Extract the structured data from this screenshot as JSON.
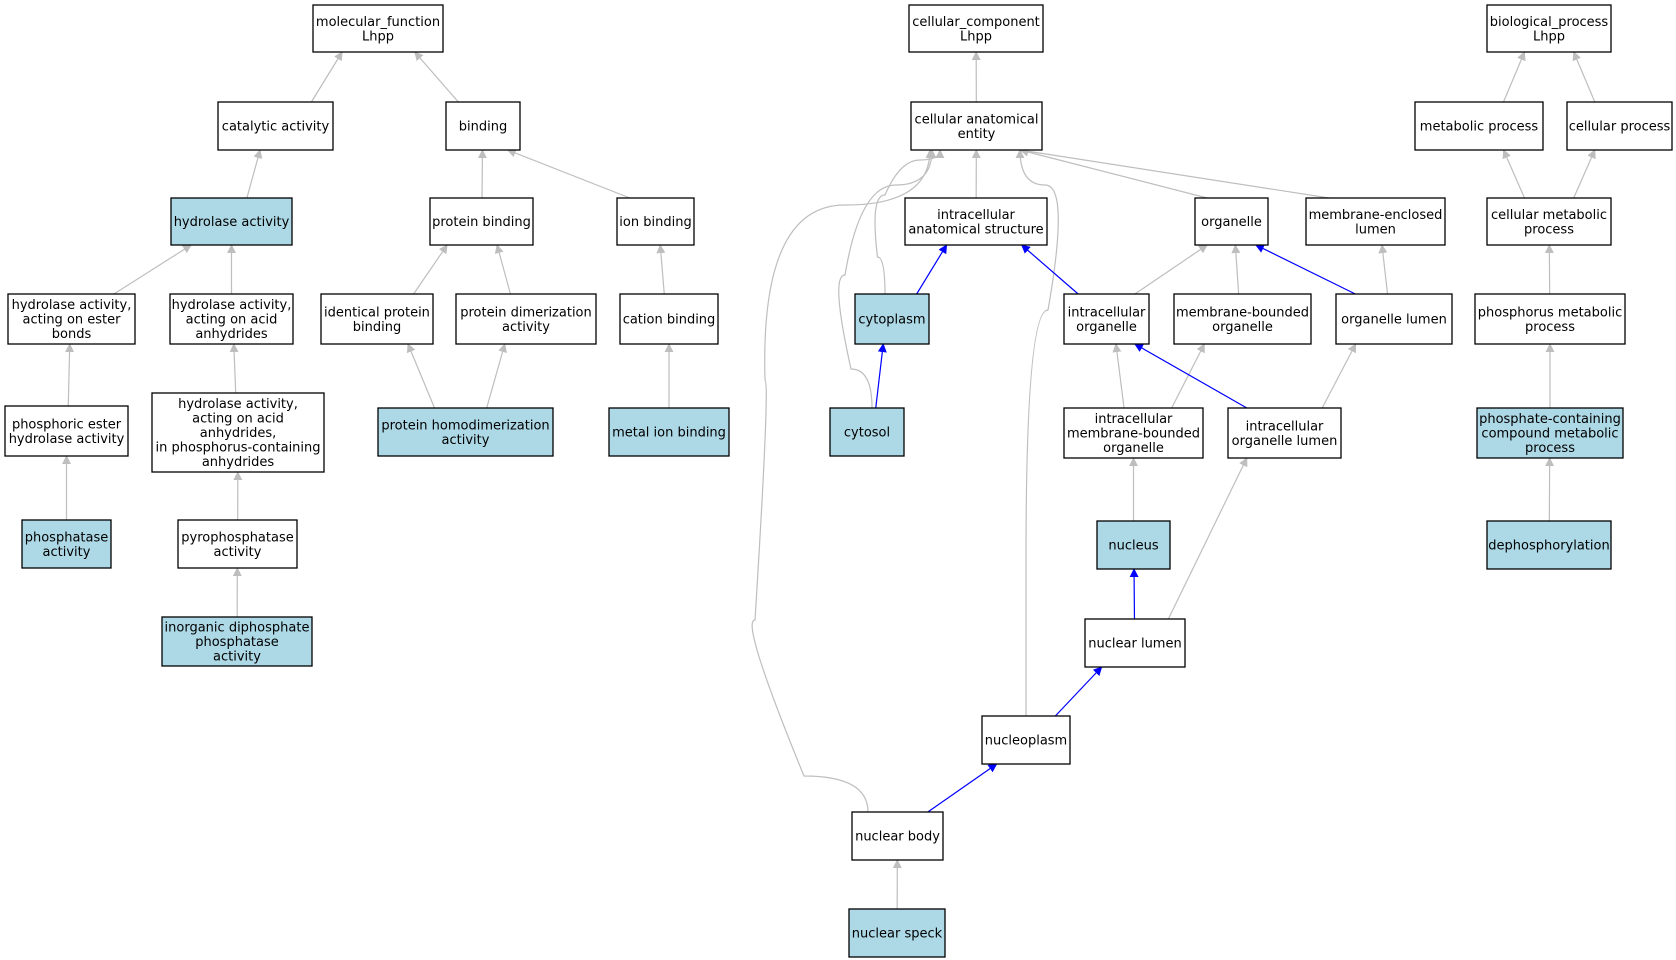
{
  "colors": {
    "node_fill": "#ffffff",
    "highlight_fill": "#add8e6",
    "edge_default": "#bebebe",
    "edge_highlight": "#0000ff"
  },
  "nodes": [
    {
      "id": "mf",
      "lines": [
        "molecular_function",
        "Lhpp"
      ],
      "highlight": false
    },
    {
      "id": "catalytic",
      "lines": [
        "catalytic activity"
      ],
      "highlight": false
    },
    {
      "id": "binding",
      "lines": [
        "binding"
      ],
      "highlight": false
    },
    {
      "id": "hydrolase",
      "lines": [
        "hydrolase activity"
      ],
      "highlight": true
    },
    {
      "id": "hyd_ester",
      "lines": [
        "hydrolase activity,",
        "acting on ester",
        "bonds"
      ],
      "highlight": false
    },
    {
      "id": "hyd_acid",
      "lines": [
        "hydrolase activity,",
        "acting on acid",
        "anhydrides"
      ],
      "highlight": false
    },
    {
      "id": "phos_ester",
      "lines": [
        "phosphoric ester",
        "hydrolase activity"
      ],
      "highlight": false
    },
    {
      "id": "hyd_acid_p",
      "lines": [
        "hydrolase activity,",
        "acting on acid",
        "anhydrides,",
        "in phosphorus-containing",
        "anhydrides"
      ],
      "highlight": false
    },
    {
      "id": "phosphatase",
      "lines": [
        "phosphatase",
        "activity"
      ],
      "highlight": true
    },
    {
      "id": "pyrophos",
      "lines": [
        "pyrophosphatase",
        "activity"
      ],
      "highlight": false
    },
    {
      "id": "inorg",
      "lines": [
        "inorganic diphosphate",
        "phosphatase",
        "activity"
      ],
      "highlight": true
    },
    {
      "id": "prot_bind",
      "lines": [
        "protein binding"
      ],
      "highlight": false
    },
    {
      "id": "ion_bind",
      "lines": [
        "ion binding"
      ],
      "highlight": false
    },
    {
      "id": "ident",
      "lines": [
        "identical protein",
        "binding"
      ],
      "highlight": false
    },
    {
      "id": "dimer",
      "lines": [
        "protein dimerization",
        "activity"
      ],
      "highlight": false
    },
    {
      "id": "homodimer",
      "lines": [
        "protein homodimerization",
        "activity"
      ],
      "highlight": true
    },
    {
      "id": "cation",
      "lines": [
        "cation binding"
      ],
      "highlight": false
    },
    {
      "id": "metal",
      "lines": [
        "metal ion binding"
      ],
      "highlight": true
    },
    {
      "id": "cc",
      "lines": [
        "cellular_component",
        "Lhpp"
      ],
      "highlight": false
    },
    {
      "id": "cae",
      "lines": [
        "cellular anatomical",
        "entity"
      ],
      "highlight": false
    },
    {
      "id": "ias",
      "lines": [
        "intracellular",
        "anatomical structure"
      ],
      "highlight": false
    },
    {
      "id": "organelle",
      "lines": [
        "organelle"
      ],
      "highlight": false
    },
    {
      "id": "mel",
      "lines": [
        "membrane-enclosed",
        "lumen"
      ],
      "highlight": false
    },
    {
      "id": "cytoplasm",
      "lines": [
        "cytoplasm"
      ],
      "highlight": true
    },
    {
      "id": "io",
      "lines": [
        "intracellular",
        "organelle"
      ],
      "highlight": false
    },
    {
      "id": "mbo",
      "lines": [
        "membrane-bounded",
        "organelle"
      ],
      "highlight": false
    },
    {
      "id": "ol",
      "lines": [
        "organelle lumen"
      ],
      "highlight": false
    },
    {
      "id": "cytosol",
      "lines": [
        "cytosol"
      ],
      "highlight": true
    },
    {
      "id": "imbo",
      "lines": [
        "intracellular",
        "membrane-bounded",
        "organelle"
      ],
      "highlight": false
    },
    {
      "id": "iol",
      "lines": [
        "intracellular",
        "organelle lumen"
      ],
      "highlight": false
    },
    {
      "id": "nucleus",
      "lines": [
        "nucleus"
      ],
      "highlight": true
    },
    {
      "id": "nlumen",
      "lines": [
        "nuclear lumen"
      ],
      "highlight": false
    },
    {
      "id": "nucleoplasm",
      "lines": [
        "nucleoplasm"
      ],
      "highlight": false
    },
    {
      "id": "nbody",
      "lines": [
        "nuclear body"
      ],
      "highlight": false
    },
    {
      "id": "speck",
      "lines": [
        "nuclear speck"
      ],
      "highlight": true
    },
    {
      "id": "bp",
      "lines": [
        "biological_process",
        "Lhpp"
      ],
      "highlight": false
    },
    {
      "id": "metab",
      "lines": [
        "metabolic process"
      ],
      "highlight": false
    },
    {
      "id": "cellproc",
      "lines": [
        "cellular process"
      ],
      "highlight": false
    },
    {
      "id": "cmp",
      "lines": [
        "cellular metabolic",
        "process"
      ],
      "highlight": false
    },
    {
      "id": "pmp",
      "lines": [
        "phosphorus metabolic",
        "process"
      ],
      "highlight": false
    },
    {
      "id": "pccmp",
      "lines": [
        "phosphate-containing",
        "compound metabolic",
        "process"
      ],
      "highlight": true
    },
    {
      "id": "dephos",
      "lines": [
        "dephosphorylation"
      ],
      "highlight": true
    }
  ],
  "edges": [
    {
      "from": "catalytic",
      "to": "mf",
      "highlight": false
    },
    {
      "from": "binding",
      "to": "mf",
      "highlight": false
    },
    {
      "from": "hydrolase",
      "to": "catalytic",
      "highlight": false
    },
    {
      "from": "hyd_ester",
      "to": "hydrolase",
      "highlight": false
    },
    {
      "from": "hyd_acid",
      "to": "hydrolase",
      "highlight": false
    },
    {
      "from": "phos_ester",
      "to": "hyd_ester",
      "highlight": false
    },
    {
      "from": "hyd_acid_p",
      "to": "hyd_acid",
      "highlight": false
    },
    {
      "from": "phosphatase",
      "to": "phos_ester",
      "highlight": false
    },
    {
      "from": "pyrophos",
      "to": "hyd_acid_p",
      "highlight": false
    },
    {
      "from": "inorg",
      "to": "pyrophos",
      "highlight": false
    },
    {
      "from": "prot_bind",
      "to": "binding",
      "highlight": false
    },
    {
      "from": "ion_bind",
      "to": "binding",
      "highlight": false
    },
    {
      "from": "ident",
      "to": "prot_bind",
      "highlight": false
    },
    {
      "from": "dimer",
      "to": "prot_bind",
      "highlight": false
    },
    {
      "from": "homodimer",
      "to": "ident",
      "highlight": false
    },
    {
      "from": "homodimer",
      "to": "dimer",
      "highlight": false
    },
    {
      "from": "cation",
      "to": "ion_bind",
      "highlight": false
    },
    {
      "from": "metal",
      "to": "cation",
      "highlight": false
    },
    {
      "from": "cae",
      "to": "cc",
      "highlight": false
    },
    {
      "from": "ias",
      "to": "cae",
      "highlight": false
    },
    {
      "from": "organelle",
      "to": "cae",
      "highlight": false
    },
    {
      "from": "mel",
      "to": "cae",
      "highlight": false
    },
    {
      "from": "cytoplasm",
      "to": "cae",
      "highlight": false
    },
    {
      "from": "cytosol",
      "to": "cae",
      "highlight": false
    },
    {
      "from": "nucleoplasm",
      "to": "cae",
      "highlight": false
    },
    {
      "from": "nbody",
      "to": "cae",
      "highlight": false
    },
    {
      "from": "cytoplasm",
      "to": "ias",
      "highlight": true
    },
    {
      "from": "io",
      "to": "ias",
      "highlight": true
    },
    {
      "from": "io",
      "to": "organelle",
      "highlight": false
    },
    {
      "from": "mbo",
      "to": "organelle",
      "highlight": false
    },
    {
      "from": "ol",
      "to": "organelle",
      "highlight": true
    },
    {
      "from": "ol",
      "to": "mel",
      "highlight": false
    },
    {
      "from": "cytosol",
      "to": "cytoplasm",
      "highlight": true
    },
    {
      "from": "imbo",
      "to": "io",
      "highlight": false
    },
    {
      "from": "imbo",
      "to": "mbo",
      "highlight": false
    },
    {
      "from": "iol",
      "to": "io",
      "highlight": true
    },
    {
      "from": "iol",
      "to": "ol",
      "highlight": false
    },
    {
      "from": "nucleus",
      "to": "imbo",
      "highlight": false
    },
    {
      "from": "nlumen",
      "to": "nucleus",
      "highlight": true
    },
    {
      "from": "nlumen",
      "to": "iol",
      "highlight": false
    },
    {
      "from": "nucleoplasm",
      "to": "nlumen",
      "highlight": true
    },
    {
      "from": "nbody",
      "to": "nucleoplasm",
      "highlight": true
    },
    {
      "from": "speck",
      "to": "nbody",
      "highlight": false
    },
    {
      "from": "metab",
      "to": "bp",
      "highlight": false
    },
    {
      "from": "cellproc",
      "to": "bp",
      "highlight": false
    },
    {
      "from": "cmp",
      "to": "metab",
      "highlight": false
    },
    {
      "from": "cmp",
      "to": "cellproc",
      "highlight": false
    },
    {
      "from": "pmp",
      "to": "cmp",
      "highlight": false
    },
    {
      "from": "pccmp",
      "to": "pmp",
      "highlight": false
    },
    {
      "from": "dephos",
      "to": "pccmp",
      "highlight": false
    }
  ]
}
